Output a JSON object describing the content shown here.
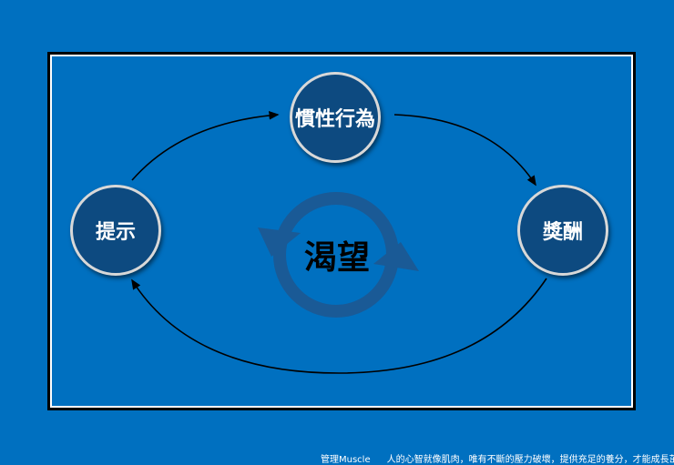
{
  "diagram": {
    "nodes": {
      "cue": "提示",
      "routine": "慣性行為",
      "reward": "獎酬"
    },
    "center": "渴望",
    "colors": {
      "background": "#0070c0",
      "node_fill": "#0d4a80",
      "cycle_arrow": "#1a5a96"
    }
  },
  "footer": {
    "source": "管理Muscle",
    "quote": "人的心智就像肌肉，唯有不斷的壓力破壞，提供充足的養分，才能成長茁壯"
  }
}
